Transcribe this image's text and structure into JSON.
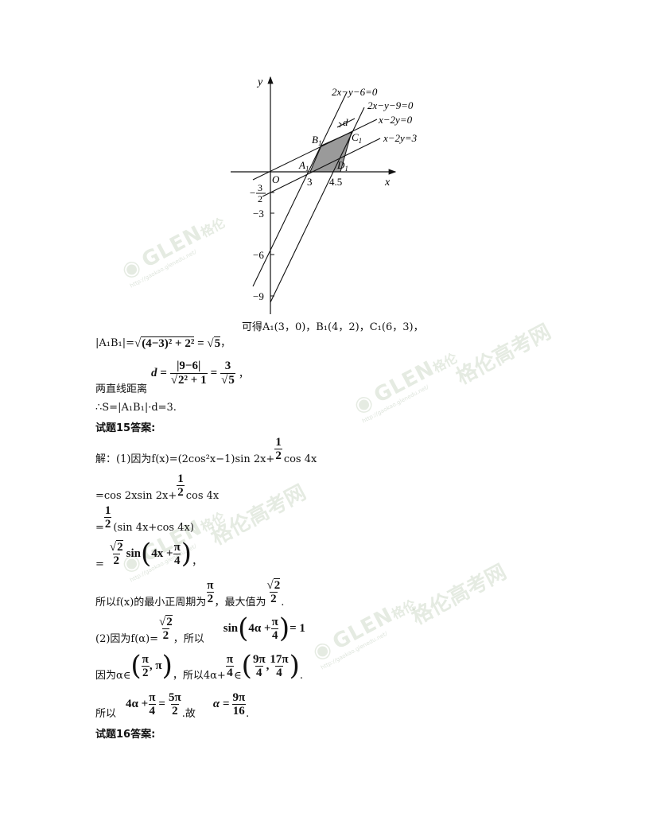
{
  "figure": {
    "axis_x": "x",
    "axis_y": "y",
    "origin": "O",
    "line_labels": [
      "2x−y−6=0",
      "2x−y−9=0",
      "x−2y=0",
      "x−2y=3"
    ],
    "point_labels": {
      "A1": "A",
      "B1": "B",
      "C1": "C",
      "D1": "D",
      "sub": "1",
      "d": "d"
    },
    "x_ticks": [
      "3",
      "4.5"
    ],
    "y_ticks": [
      "−3",
      "−6",
      "−9"
    ],
    "y_frac_num": "3",
    "y_frac_den": "2",
    "y_frac_sign": "−"
  },
  "watermark": {
    "brand": "GLEN",
    "brand_cn": "格伦",
    "site_cn": "格伦高考网",
    "url": "http://gaokao.glenedu.net/"
  },
  "text": {
    "points_line": "可得A₁(3，0)，B₁(4，2)，C₁(6，3)，",
    "a1b1_label": "|A₁B₁|=",
    "a1b1_expr": "(4−3)² + 2²",
    "a1b1_eq": "=",
    "a1b1_result": "5",
    "comma": "，",
    "dist_label": "两直线距离",
    "d_var": "d =",
    "d_num": "|9−6|",
    "d_den": "2² + 1",
    "d_eq": "=",
    "d_r_num": "3",
    "d_r_den": "5",
    "area_line": "∴S=|A₁B₁|·d=3.",
    "q15_title": "试题15答案:",
    "sol_prefix": "解：(1)因为f(x)=(2cos²x−1)sin 2x+",
    "half_num": "1",
    "half_den": "2",
    "sol_cos4x": "cos 4x",
    "line2_prefix": "=cos 2xsin 2x+",
    "line2_suffix": "cos 4x",
    "line3_prefix": "=",
    "line3_suffix": "(sin 4x+cos 4x)",
    "line4_prefix": "=",
    "sqrt2": "2",
    "two": "2",
    "sin": "sin",
    "inner_4x": "4x +",
    "pi": "π",
    "four": "4",
    "period_prefix": "所以f(x)的最小正周期为",
    "period_mid": "，最大值为",
    "period_end": ".",
    "p2_prefix": "(2)因为f(α)=",
    "p2_mid": "，所以",
    "sin_eq_one": "= 1",
    "inner_4a": "4α +",
    "because": "因为α∈",
    "pi_in": "π",
    "comma_pi": ", π",
    "so_4a": "，所以4α+",
    "in_sym": "∈",
    "nine_pi": "9π",
    "seventeen_pi": "17π",
    "dot": ".",
    "so": "所以",
    "eq_4a": "4α +",
    "eq_sign": "=",
    "five_pi": "5π",
    "gu": ".故",
    "alpha_eq": "α =",
    "sixteen": "16",
    "q16_title": "试题16答案:"
  }
}
